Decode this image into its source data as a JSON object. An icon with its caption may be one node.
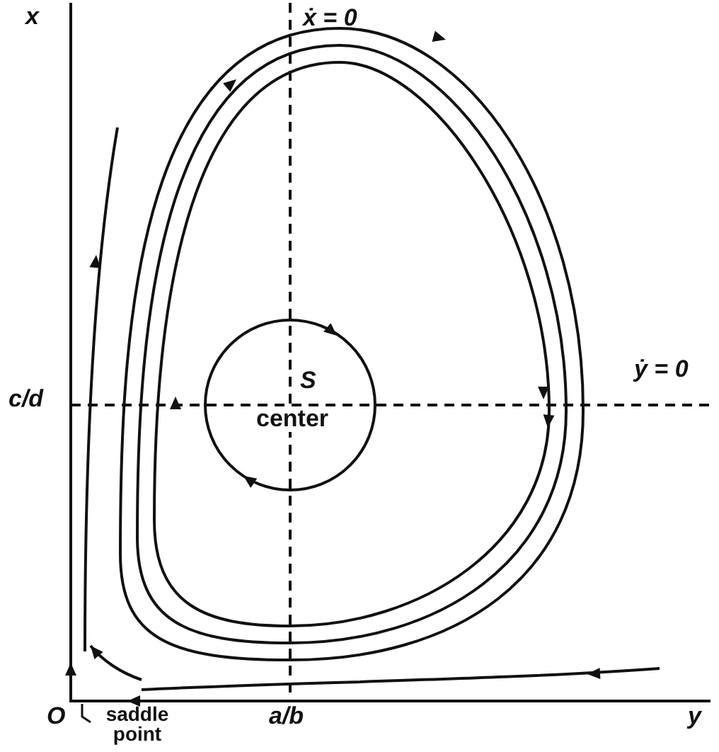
{
  "diagram": {
    "labels": [
      "x",
      "ẋ = 0",
      "c/d",
      "ẏ = 0",
      "S",
      "center",
      "O",
      "saddle point",
      "a/b",
      "y"
    ]
  }
}
